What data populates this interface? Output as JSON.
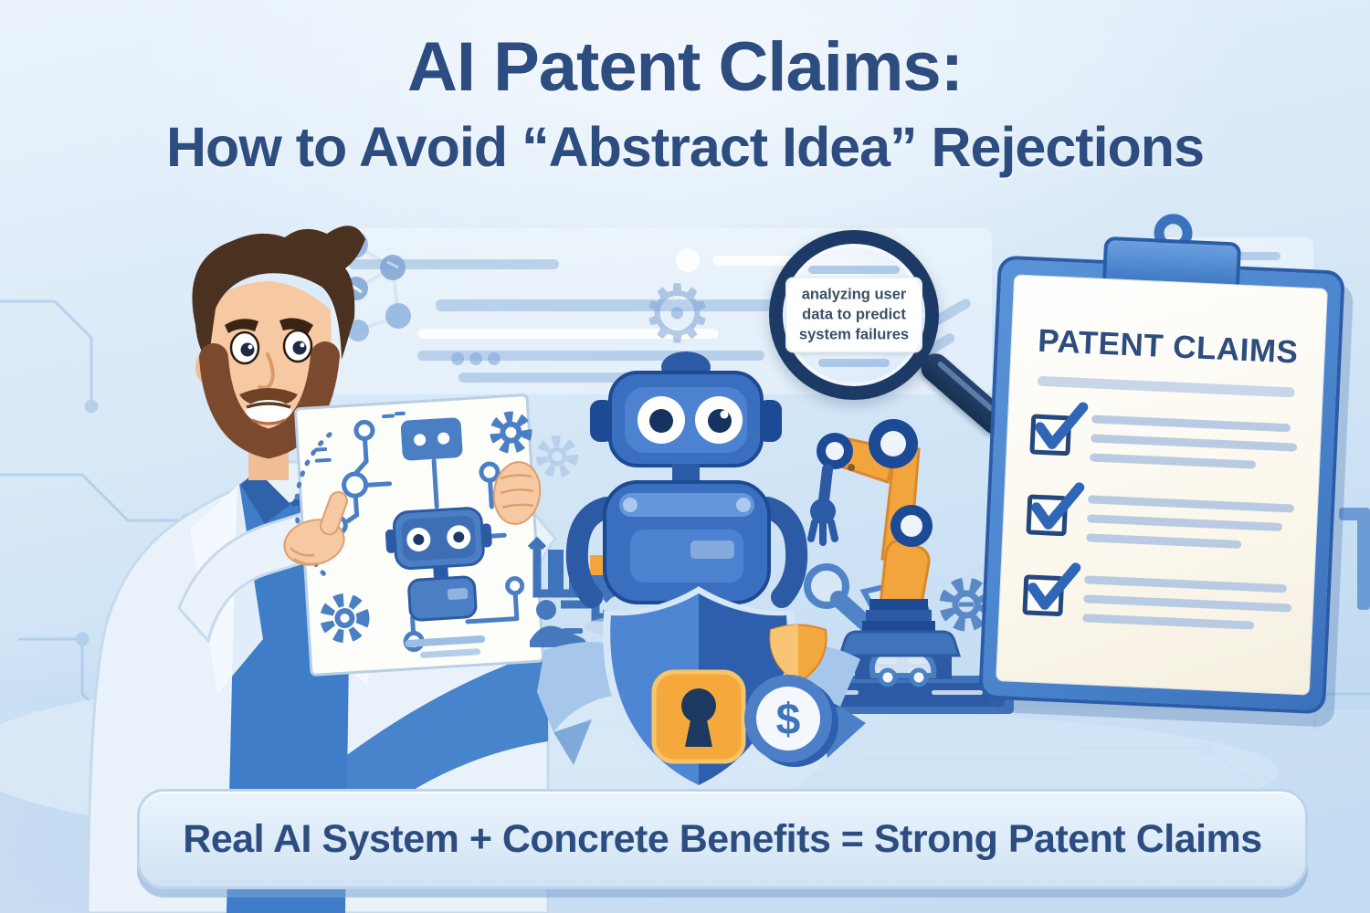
{
  "title": {
    "line1": "AI Patent Claims:",
    "line2": "How to Avoid “Abstract Idea” Rejections"
  },
  "magnifier": {
    "label": "analyzing user data to predict system failures"
  },
  "clipboard": {
    "title": "PATENT CLAIMS",
    "items": [
      {
        "checked": true,
        "lines": 3
      },
      {
        "checked": true,
        "lines": 3
      },
      {
        "checked": true,
        "lines": 3
      }
    ]
  },
  "coin": {
    "symbol": "$"
  },
  "banner": {
    "text": "Real AI System + Concrete Benefits = Strong Patent Claims"
  },
  "colors": {
    "title_text": "#2d4d80",
    "robot_blue": "#3a6fc0",
    "robot_face": "#4c82cf",
    "navy": "#1d3a66",
    "orange": "#f2a53d",
    "paper": "#fbf7ec",
    "checklist_line": "#b9cbe2",
    "background_light": "#eaf3fc",
    "background_deep": "#b6d3ee"
  },
  "icons": {
    "magnifier": "magnifying-glass",
    "shield": "shield-with-lock",
    "coin": "dollar-coin",
    "clipboard": "checklist-clipboard",
    "robot": "ai-robot",
    "robotic_arm": "industrial-robot-arm",
    "blueprint": "robot-blueprint",
    "bar_chart": "bar-chart",
    "gear": "gear",
    "checkmark": "checkmark"
  }
}
